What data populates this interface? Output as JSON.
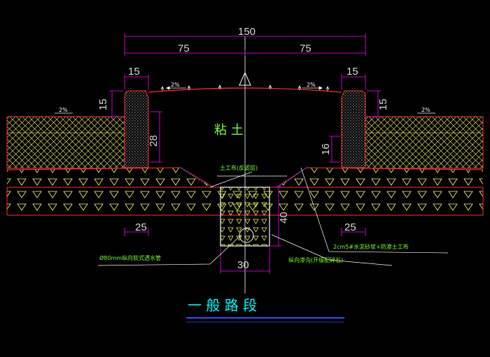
{
  "drawing": {
    "title": "一 般 路 段",
    "soil_label": "粘  土",
    "dims": {
      "total": "150",
      "half_left": "75",
      "half_right": "75",
      "curb_left": "15",
      "curb_right": "15",
      "curb_h_left": "15",
      "curb_h_right": "15",
      "fill_left": "28",
      "fill_right": "16",
      "base_left": "25",
      "base_right": "25",
      "drain_h": "40",
      "drain_w": "30"
    },
    "slopes": {
      "center_left": "2%",
      "center_right": "2%",
      "outer_left": "2%",
      "outer_right": "2%"
    },
    "notes": {
      "geotextile": "土工布(反滤层)",
      "pipe": "Ø80mm纵向软式透水管",
      "mortar": "2cm5#水泥砂浆+防渗土工布",
      "trench": "纵向渗沟(开级配碎石)"
    },
    "colors": {
      "background": "#000000",
      "structure": "#ff3030",
      "dimension": "#ff00ff",
      "hatch": "#ffff66",
      "note": "#7cff2e",
      "title": "#00ffff",
      "underline": "#3050ff"
    }
  }
}
